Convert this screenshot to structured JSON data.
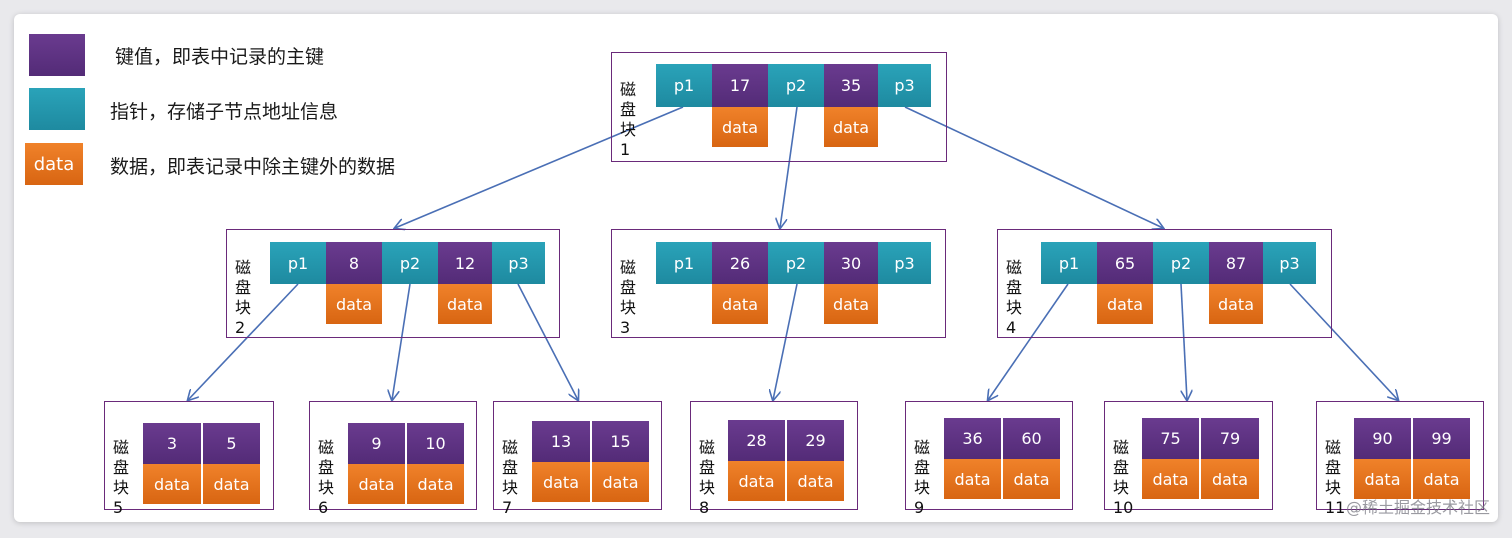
{
  "legend": {
    "key_text": "键值，即表中记录的主键",
    "pointer_text": "指针，存储子节点地址信息",
    "data_text": "数据，即表记录中除主键外的数据",
    "data_swatch_label": "data"
  },
  "colors": {
    "key": "#5a2e80",
    "pointer": "#239bb1",
    "data": "#e8761f",
    "arrow": "#4a6fb5",
    "node_border": "#6a2a7a"
  },
  "block_word": "磁\n盘\n块",
  "nodes": {
    "n1": {
      "block_no": "1",
      "p1": "p1",
      "k1": "17",
      "p2": "p2",
      "k2": "35",
      "p3": "p3",
      "d1": "data",
      "d2": "data"
    },
    "n2": {
      "block_no": "2",
      "p1": "p1",
      "k1": "8",
      "p2": "p2",
      "k2": "12",
      "p3": "p3",
      "d1": "data",
      "d2": "data"
    },
    "n3": {
      "block_no": "3",
      "p1": "p1",
      "k1": "26",
      "p2": "p2",
      "k2": "30",
      "p3": "p3",
      "d1": "data",
      "d2": "data"
    },
    "n4": {
      "block_no": "4",
      "p1": "p1",
      "k1": "65",
      "p2": "p2",
      "k2": "87",
      "p3": "p3",
      "d1": "data",
      "d2": "data"
    },
    "l5": {
      "block_no": "5",
      "k1": "3",
      "k2": "5",
      "d1": "data",
      "d2": "data"
    },
    "l6": {
      "block_no": "6",
      "k1": "9",
      "k2": "10",
      "d1": "data",
      "d2": "data"
    },
    "l7": {
      "block_no": "7",
      "k1": "13",
      "k2": "15",
      "d1": "data",
      "d2": "data"
    },
    "l8": {
      "block_no": "8",
      "k1": "28",
      "k2": "29",
      "d1": "data",
      "d2": "data"
    },
    "l9": {
      "block_no": "9",
      "k1": "36",
      "k2": "60",
      "d1": "data",
      "d2": "data"
    },
    "l10": {
      "block_no": "10",
      "k1": "75",
      "k2": "79",
      "d1": "data",
      "d2": "data"
    },
    "l11": {
      "block_no": "11",
      "k1": "90",
      "k2": "99",
      "d1": "data",
      "d2": "data"
    }
  },
  "watermark": "@稀土掘金技术社区"
}
